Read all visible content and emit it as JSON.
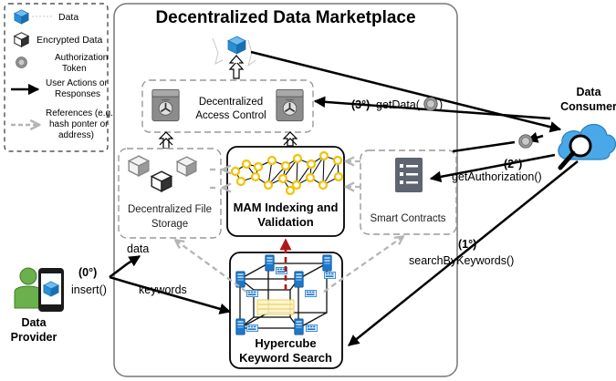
{
  "title": "Decentralized Data Marketplace",
  "legend": {
    "data": "Data",
    "encrypted": "Encrypted Data",
    "token_line1": "Authorization",
    "token_line2": "Token",
    "actions_line1": "User Actions or",
    "actions_line2": "Responses",
    "refs_line1": "References (e.g.",
    "refs_line2": "hash ponter or",
    "refs_line3": "address)"
  },
  "components": {
    "access_control_line1": "Decentralized",
    "access_control_line2": "Access Control",
    "file_storage_line1": "Decentralized File",
    "file_storage_line2": "Storage",
    "mam_line1": "MAM Indexing and",
    "mam_line2": "Validation",
    "smart_contracts": "Smart Contracts",
    "hypercube_line1": "Hypercube",
    "hypercube_line2": "Keyword Search"
  },
  "actors": {
    "consumer_line1": "Data",
    "consumer_line2": "Consumer",
    "provider_line1": "Data",
    "provider_line2": "Provider"
  },
  "actions": {
    "get_data_step": "(3°)",
    "get_data": "getData(",
    "get_data_close": ")",
    "get_auth_step": "(2°)",
    "get_auth": "getAuthorization()",
    "search_step": "(1°)",
    "search": "searchByKeywords()",
    "insert_step": "(0°)",
    "insert": "insert()",
    "data_label": "data",
    "keywords_label": "keywords"
  },
  "colors": {
    "data_blue": "#2b8fd6",
    "cloud_blue": "#4aa8e8",
    "node_yellow": "#f2c200",
    "reference_gray": "#b5b5b5",
    "red_dash": "#b01818",
    "server_blue": "#1f78c8",
    "provider_green": "#6ab04c"
  }
}
